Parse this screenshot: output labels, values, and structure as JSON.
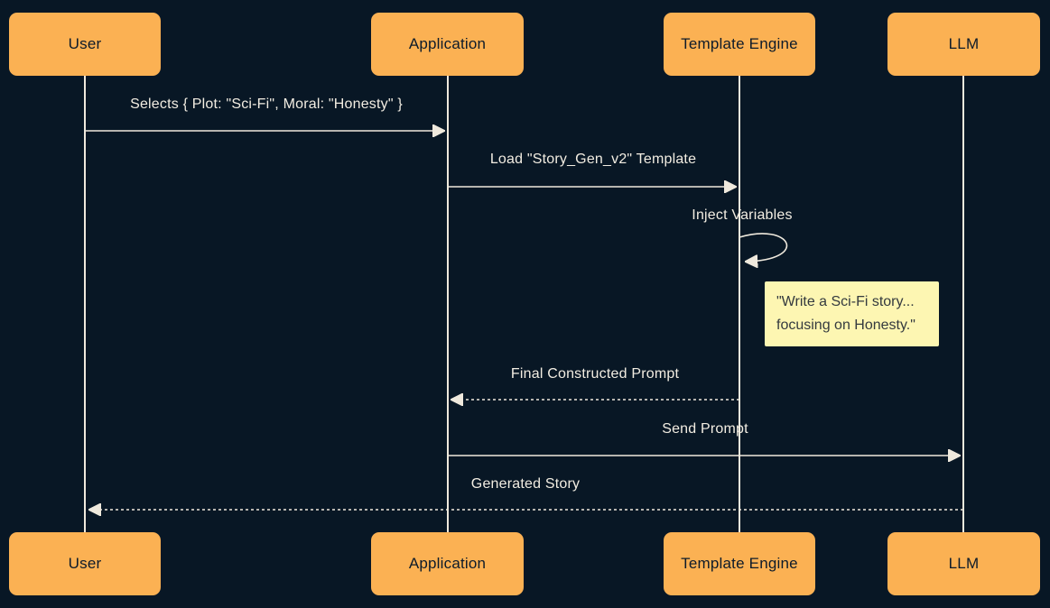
{
  "diagram": {
    "type": "sequence-diagram",
    "actors": [
      {
        "name": "User"
      },
      {
        "name": "Application"
      },
      {
        "name": "Template Engine"
      },
      {
        "name": "LLM"
      }
    ],
    "messages": [
      {
        "from": "User",
        "to": "Application",
        "label": "Selects { Plot: \"Sci-Fi\", Moral: \"Honesty\" }",
        "line": "solid"
      },
      {
        "from": "Application",
        "to": "Template Engine",
        "label": "Load \"Story_Gen_v2\" Template",
        "line": "solid"
      },
      {
        "from": "Template Engine",
        "to": "Template Engine",
        "label": "Inject Variables",
        "line": "self-loop"
      },
      {
        "from": "Template Engine",
        "to": "Application",
        "label": "Final Constructed Prompt",
        "line": "dashed"
      },
      {
        "from": "Application",
        "to": "LLM",
        "label": "Send Prompt",
        "line": "solid"
      },
      {
        "from": "LLM",
        "to": "User",
        "label": "Generated Story",
        "line": "dashed"
      }
    ],
    "note": {
      "attached_to": "Template Engine",
      "lines": [
        "\"Write a Sci-Fi story...",
        "focusing on Honesty.\""
      ]
    },
    "colors": {
      "background": "#081725",
      "actor_fill": "#FBB153",
      "actor_text": "#0D1B2A",
      "line": "#EFE9DD",
      "message_text": "#F2EDE2",
      "note_fill": "#FDF6B2",
      "note_text": "#343A3F"
    }
  }
}
